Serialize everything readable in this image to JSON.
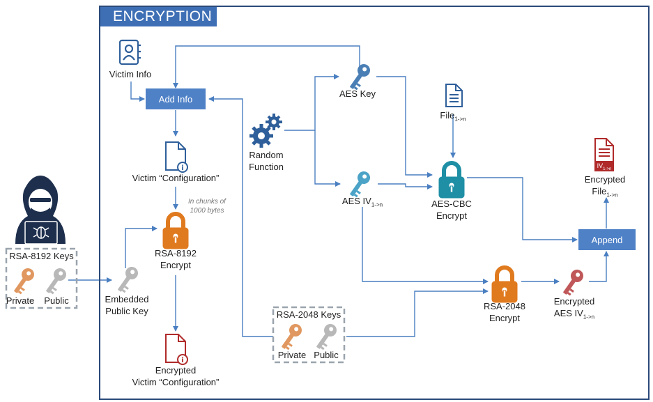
{
  "title": "ENCRYPTION",
  "nodes": {
    "victim_info": "Victim Info",
    "add_info": "Add Info",
    "victim_config": "Victim “Configuration”",
    "chunk_note_1": "In chunks of",
    "chunk_note_2": "1000 bytes",
    "rsa8192_encrypt_1": "RSA-8192",
    "rsa8192_encrypt_2": "Encrypt",
    "encrypted_config_1": "Encrypted",
    "encrypted_config_2": "Victim “Configuration”",
    "rsa8192_keys": "RSA-8192 Keys",
    "private": "Private",
    "public": "Public",
    "embedded_public_key_1": "Embedded",
    "embedded_public_key_2": "Public Key",
    "random_function_1": "Random",
    "random_function_2": "Function",
    "aes_key": "AES Key",
    "aes_iv": "AES IV",
    "aes_iv_sub": "1->n",
    "file": "File",
    "file_sub": "1->n",
    "aes_cbc_1": "AES-CBC",
    "aes_cbc_2": "Encrypt",
    "encrypted_file_1": "Encrypted",
    "encrypted_file_2": "File",
    "encrypted_file_sub": "1->n",
    "iv_badge": "IV",
    "iv_badge_sub": "1->n",
    "append": "Append",
    "rsa2048_keys": "RSA-2048 Keys",
    "rsa2048_encrypt_1": "RSA-2048",
    "rsa2048_encrypt_2": "Encrypt",
    "encrypted_aes_iv_1": "Encrypted",
    "encrypted_aes_iv_2": "AES IV",
    "encrypted_aes_iv_sub": "1->n"
  },
  "colors": {
    "frame": "#2b4a7a",
    "title_bg": "#3e6fb5",
    "box_bg": "#4f81c7",
    "arrow": "#4a7fc1",
    "lock_orange": "#e07a1f",
    "lock_teal": "#1f8fa5",
    "key_blue": "#4a7fb5",
    "key_teal": "#4ba3c7",
    "key_peach": "#e09860",
    "key_gray": "#b8b8b8",
    "key_red": "#c0585a",
    "doc_blue": "#2f5f9a",
    "doc_red": "#b02a2a",
    "hacker": "#1e2f4d"
  },
  "icons": [
    "address-book-icon",
    "document-info-icon",
    "lock-icon",
    "key-icon",
    "gears-icon",
    "document-icon",
    "hacker-icon",
    "bug-icon"
  ]
}
